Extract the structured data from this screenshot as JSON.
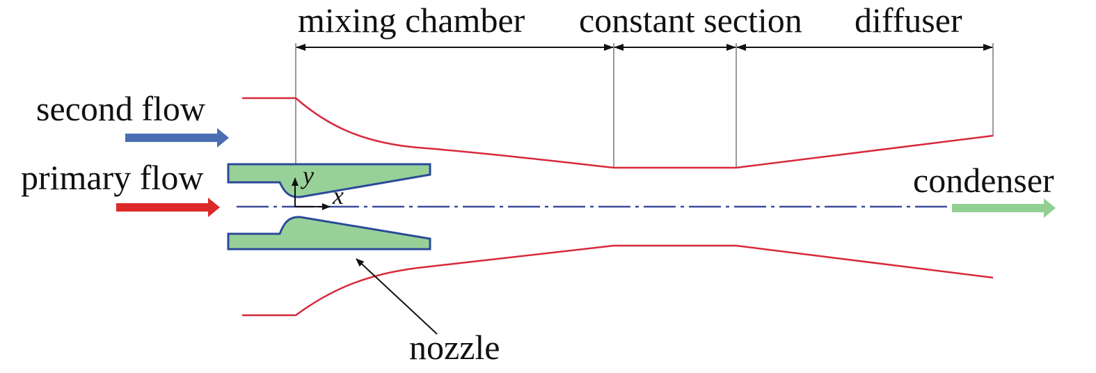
{
  "labels": {
    "mixing_chamber": "mixing chamber",
    "constant_section": "constant section",
    "diffuser": "diffuser",
    "second_flow": "second flow",
    "primary_flow": "primary flow",
    "condenser": "condenser",
    "nozzle": "nozzle",
    "axis_x": "x",
    "axis_y": "y"
  },
  "colors": {
    "wall": "#d8283a",
    "second_flow_arrow": "#4a6db3",
    "primary_flow_arrow": "#dc2a2a",
    "condenser_arrow": "#92cf92",
    "nozzle_fill": "#98d198",
    "nozzle_outline": "#2b4a9a",
    "centerline": "#3a4a9a",
    "dimension_line": "#111111",
    "guide_line": "#999999"
  }
}
